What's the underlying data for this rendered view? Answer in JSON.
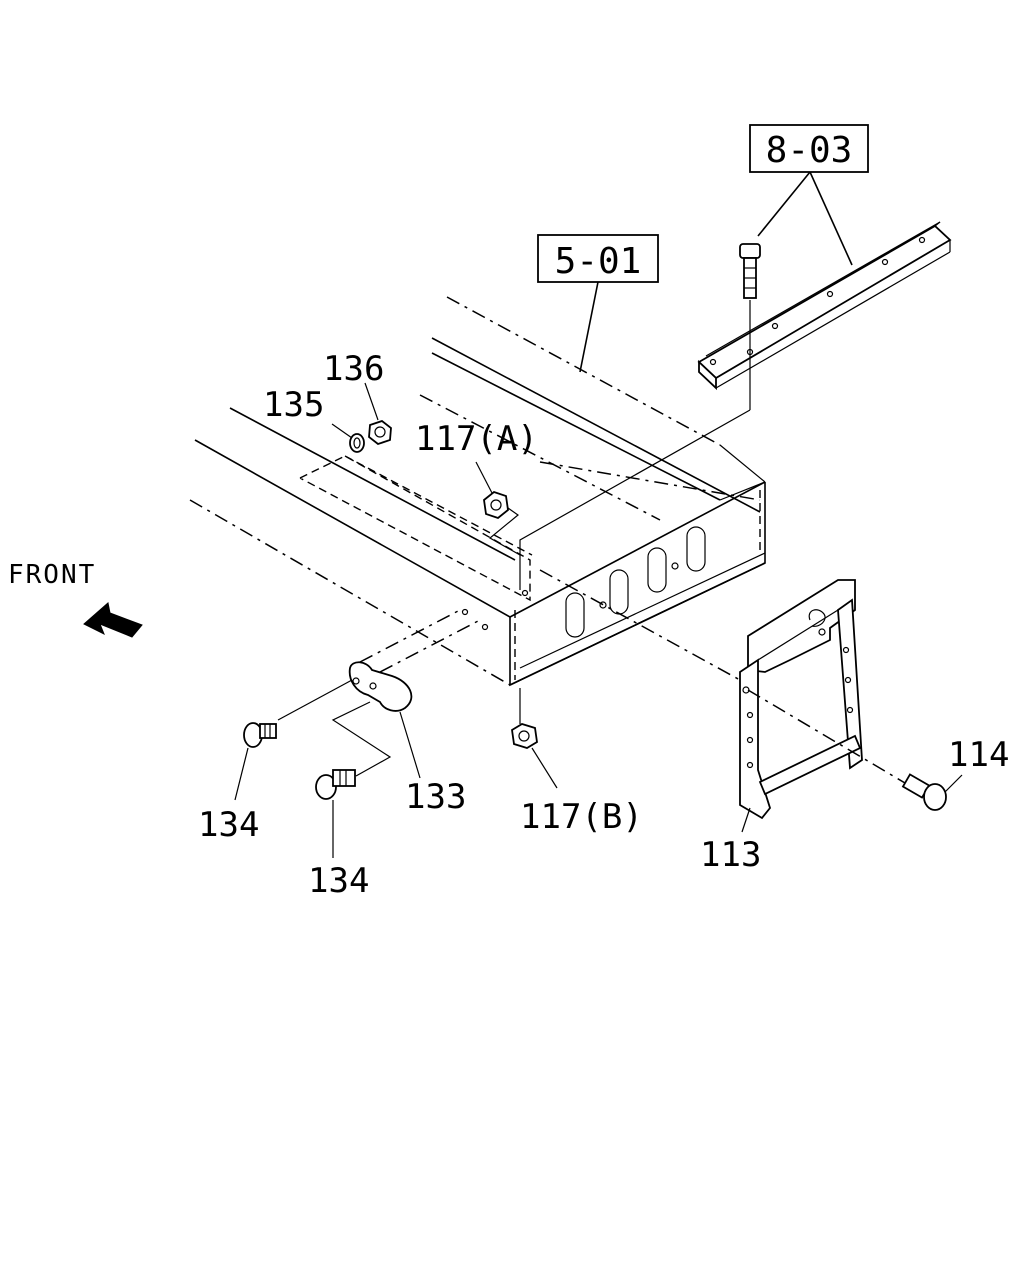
{
  "diagram": {
    "orientation_label": "FRONT",
    "references": {
      "frame_ref": "5-01",
      "rail_ref": "8-03"
    },
    "part_labels": {
      "p113": "113",
      "p114": "114",
      "p117a": "117(A)",
      "p117b": "117(B)",
      "p133": "133",
      "p134_upper": "134",
      "p134_lower": "134",
      "p135": "135",
      "p136": "136"
    }
  }
}
